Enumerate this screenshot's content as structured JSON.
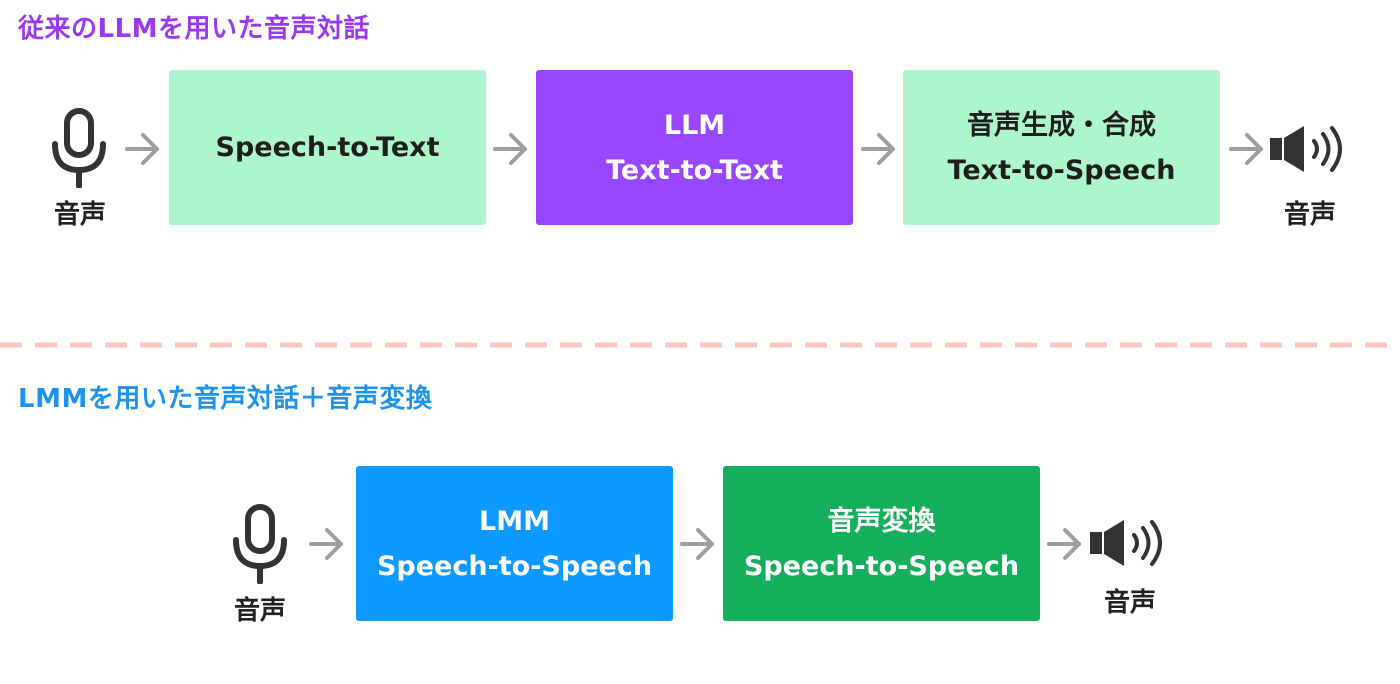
{
  "colors": {
    "title_top": "#9a38f4",
    "title_bottom": "#1c93f0",
    "box_green_light": "#adf5ca",
    "box_purple": "#9747ff",
    "box_blue": "#0d99ff",
    "box_green_dark": "#14ae5c",
    "text_dark": "#1e1e1e",
    "text_light": "#ffffff",
    "arrow": "#9e9e9e",
    "icon": "#333333",
    "divider": "#ffc7c2"
  },
  "icons": {
    "input": "microphone-icon",
    "output": "speaker-icon",
    "arrow": "arrow-right-icon"
  },
  "top_section": {
    "title": "従来のLLMを用いた音声対話",
    "input_label": "音声",
    "output_label": "音声",
    "boxes": [
      {
        "lines": [
          "Speech-to-Text"
        ]
      },
      {
        "lines": [
          "LLM",
          "Text-to-Text"
        ]
      },
      {
        "lines": [
          "音声生成・合成",
          "Text-to-Speech"
        ]
      }
    ]
  },
  "bottom_section": {
    "title": "LMMを用いた音声対話＋音声変換",
    "input_label": "音声",
    "output_label": "音声",
    "boxes": [
      {
        "lines": [
          "LMM",
          "Speech-to-Speech"
        ]
      },
      {
        "lines": [
          "音声変換",
          "Speech-to-Speech"
        ]
      }
    ]
  }
}
